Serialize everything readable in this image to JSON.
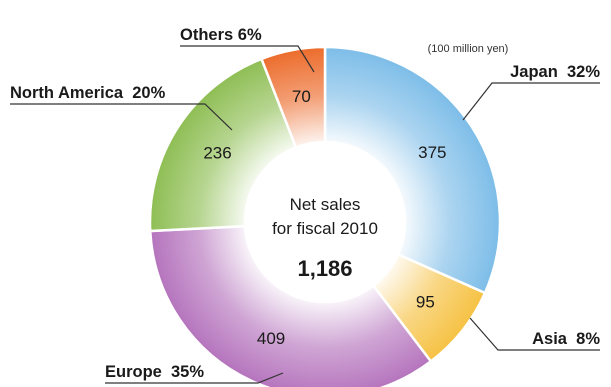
{
  "chart_data": {
    "type": "pie",
    "unit": "(100 million yen)",
    "center": {
      "line1": "Net sales",
      "line2": "for fiscal 2010",
      "total": "1,186"
    },
    "slices": [
      {
        "label": "Japan",
        "pct_label": "32%",
        "value": 375,
        "color": "#7dbde8"
      },
      {
        "label": "Asia",
        "pct_label": "8%",
        "value": 95,
        "color": "#f6c244"
      },
      {
        "label": "Europe",
        "pct_label": "35%",
        "value": 409,
        "color": "#b574bd"
      },
      {
        "label": "North America",
        "pct_label": "20%",
        "value": 236,
        "color": "#8ebe54"
      },
      {
        "label": "Others",
        "pct_label": "6%",
        "value": 70,
        "color": "#ec6c2c"
      }
    ]
  }
}
